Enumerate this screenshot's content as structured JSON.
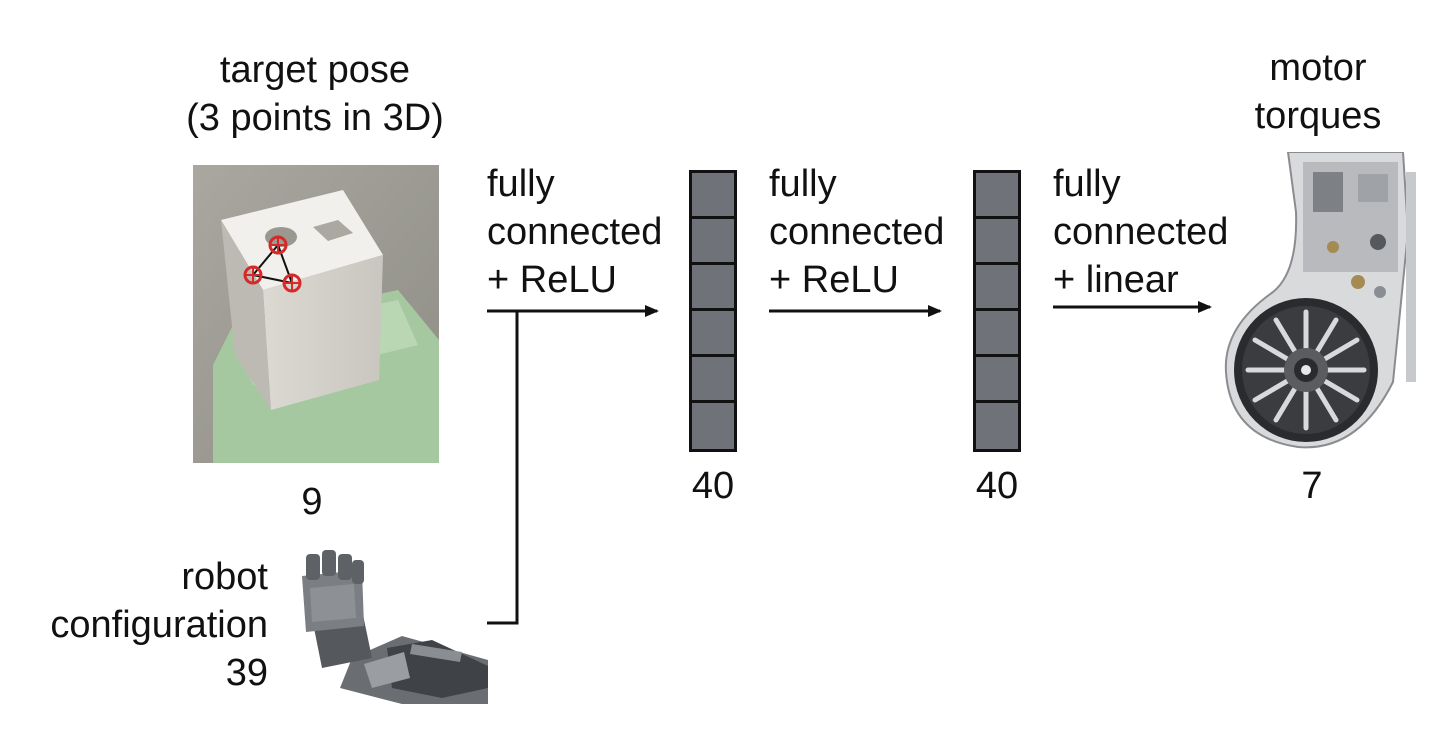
{
  "input_target": {
    "title_line1": "target pose",
    "title_line2": "(3 points in 3D)",
    "size": "9"
  },
  "input_robot": {
    "label_line1": "robot",
    "label_line2": "configuration",
    "size": "39"
  },
  "edges": [
    {
      "line1": "fully",
      "line2": "connected",
      "line3": "+ ReLU"
    },
    {
      "line1": "fully",
      "line2": "connected",
      "line3": "+ ReLU"
    },
    {
      "line1": "fully",
      "line2": "connected",
      "line3": "+ linear"
    }
  ],
  "hidden_layers": [
    {
      "size": "40"
    },
    {
      "size": "40"
    }
  ],
  "output": {
    "title_line1": "motor",
    "title_line2": "torques",
    "size": "7"
  },
  "colors": {
    "layer_fill": "#6f7279",
    "marker": "#d42a2a"
  }
}
